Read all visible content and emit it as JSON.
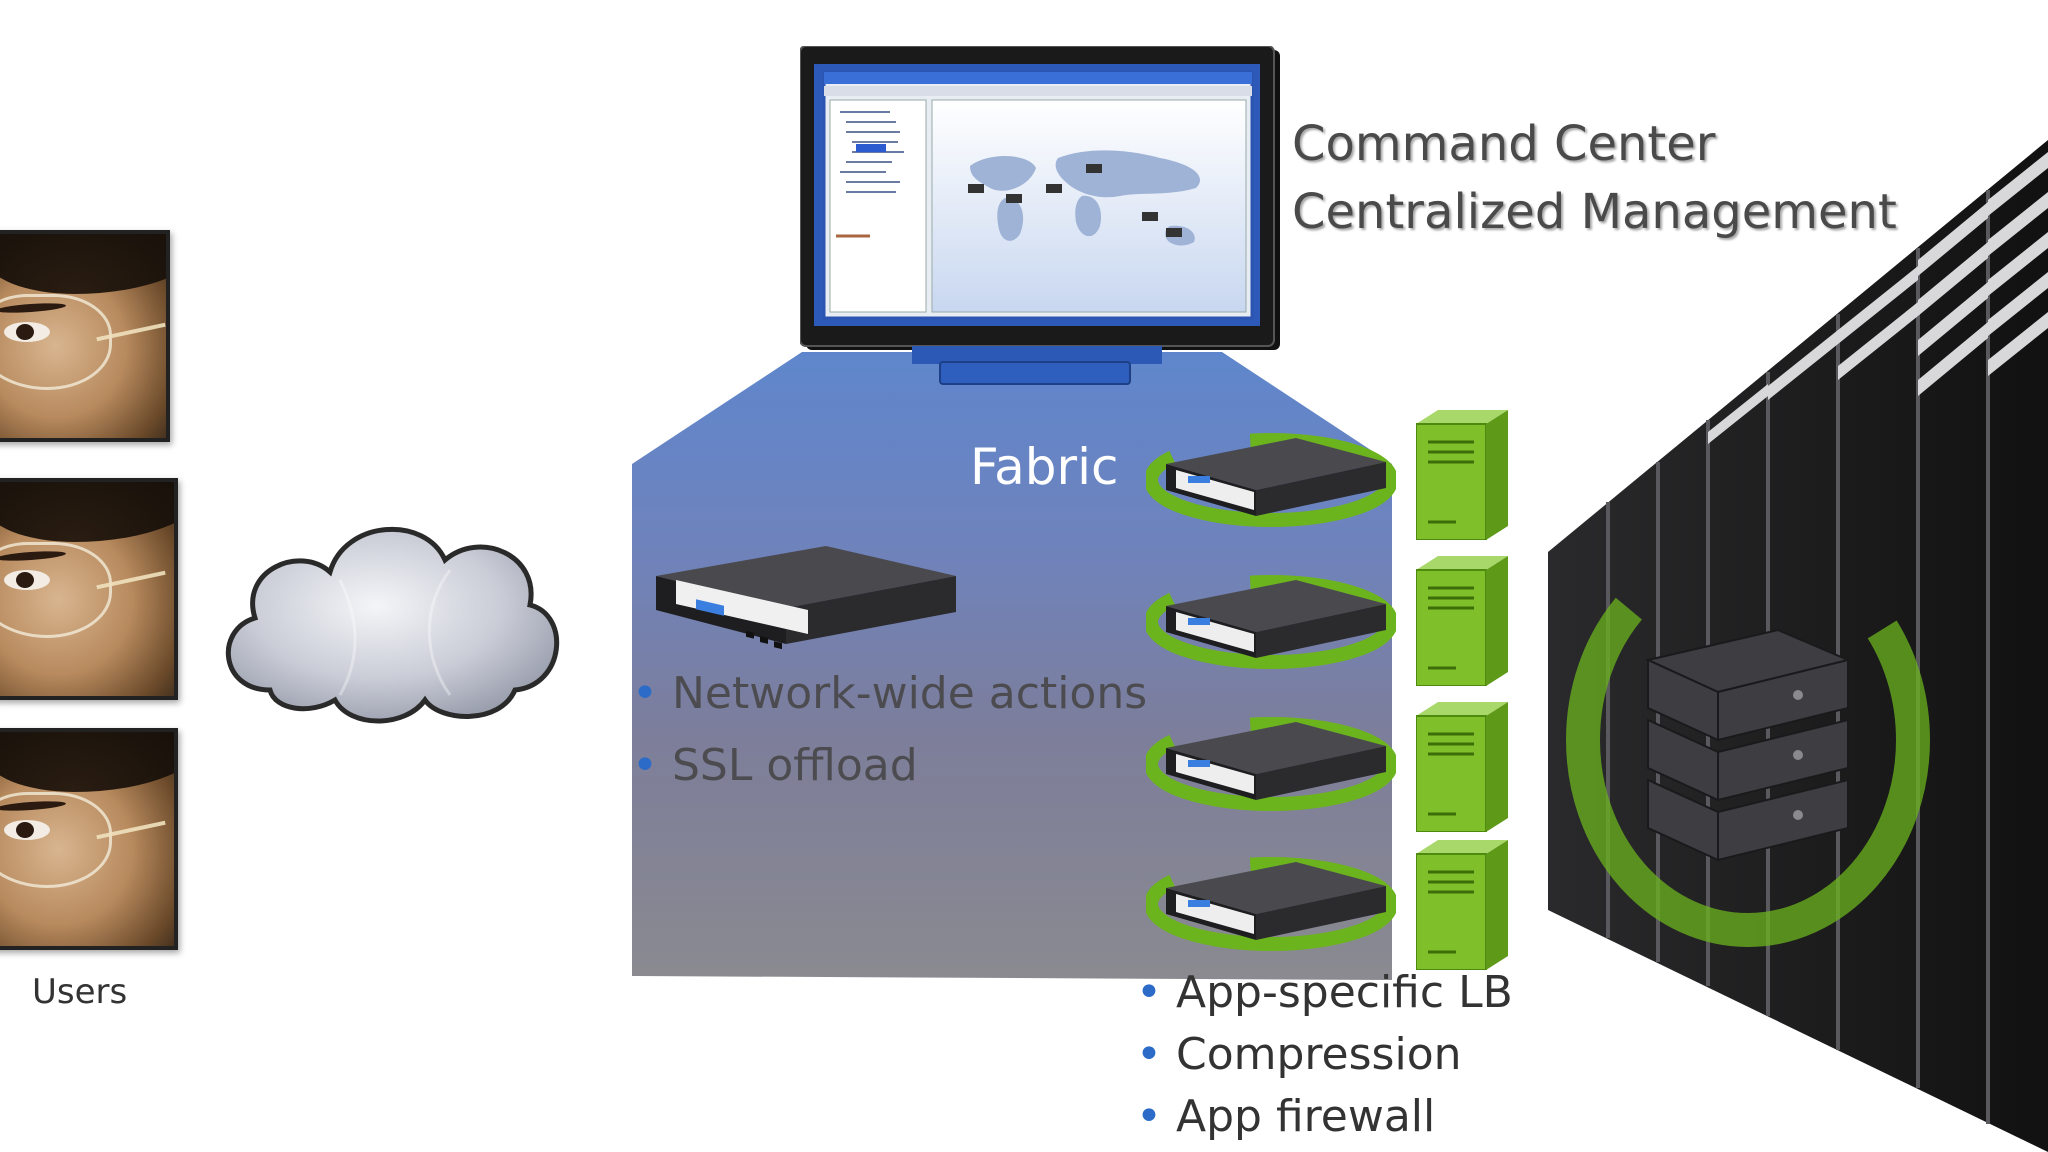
{
  "users_label": "Users",
  "fabric_label": "Fabric",
  "command_center": {
    "line1": "Command Center",
    "line2": "Centralized Management"
  },
  "fabric_features": [
    "Network-wide actions",
    "SSL offload"
  ],
  "app_features": [
    "App-specific LB",
    "Compression",
    "App firewall"
  ],
  "colors": {
    "fabric_top": "#5f86cc",
    "fabric_bottom": "#8a8a90",
    "bullet": "#2c6bc8",
    "green_server": "#7fbf2a",
    "swoosh": "#6cb41e"
  }
}
